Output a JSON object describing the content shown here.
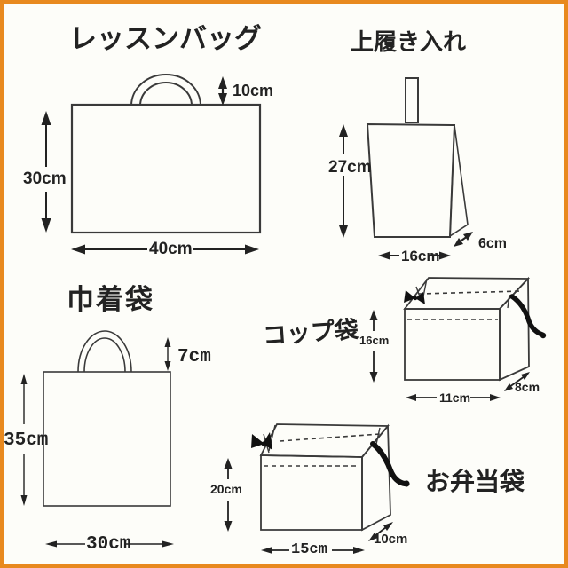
{
  "colors": {
    "frame_border": "#E8891F",
    "background": "#FDFDF9",
    "line": "#333333",
    "cord": "#111111",
    "text": "#1c1c1c"
  },
  "items": {
    "lesson_bag": {
      "title": "レッスンバッグ",
      "height_label": "30cm",
      "width_label": "40cm",
      "handle_label": "10cm"
    },
    "shoe_bag": {
      "title": "上履き入れ",
      "height_label": "27cm",
      "width_label": "16cm",
      "depth_label": "6cm"
    },
    "drawstring_bag": {
      "title": "巾着袋",
      "height_label": "35cm",
      "width_label": "30cm",
      "handle_label": "7cm"
    },
    "cup_bag": {
      "title": "コップ袋",
      "height_label": "16cm",
      "width_label": "11cm",
      "depth_label": "8cm"
    },
    "bento_bag": {
      "title": "お弁当袋",
      "height_label": "20cm",
      "width_label": "15cm",
      "depth_label": "10cm"
    }
  }
}
